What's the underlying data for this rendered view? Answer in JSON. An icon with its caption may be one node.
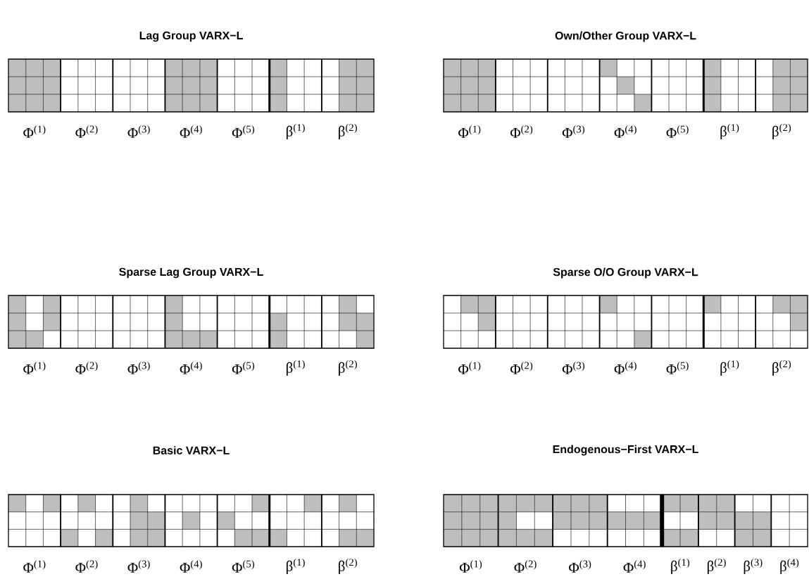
{
  "diagram": {
    "labels": [
      "Lag Group VARX−L",
      "Own/Other Group VARX−L",
      "Φ$^{(1)}$",
      "Φ$^{(2)}$",
      "Φ$^{(3)}$",
      "Φ$^{(4)}$",
      "Φ$^{(5)}$",
      "β$^{(1)}$",
      "β$^{(2)}$",
      "Φ$^{(1)}$",
      "Φ$^{(2)}$",
      "Φ$^{(3)}$",
      "Φ$^{(4)}$",
      "Φ$^{(5)}$",
      "β$^{(1)}$",
      "β$^{(2)}$",
      "Sparse Lag Group VARX−L",
      "Sparse O/O Group VARX−L",
      "Φ$^{(1)}$",
      "Φ$^{(2)}$",
      "Φ$^{(3)}$",
      "Φ$^{(4)}$",
      "Φ$^{(5)}$",
      "β$^{(1)}$",
      "β$^{(2)}$",
      "Φ$^{(1)}$",
      "Φ$^{(2)}$",
      "Φ$^{(3)}$",
      "Φ$^{(4)}$",
      "Φ$^{(5)}$",
      "β$^{(1)}$",
      "β$^{(2)}$",
      "Basic VARX−L",
      "Endogenous−First VARX−L",
      "Φ$^{(1)}$",
      "Φ$^{(2)}$",
      "Φ$^{(3)}$",
      "Φ$^{(4)}$",
      "Φ$^{(5)}$",
      "β$^{(1)}$",
      "β$^{(2)}$",
      "Φ$^{(1)}$",
      "Φ$^{(2)}$",
      "Φ$^{(3)}$",
      "Φ$^{(4)}$",
      "β$^{(1)}$",
      "β$^{(2)}$",
      "β$^{(3)}$",
      "β$^{(4)}$"
    ]
  }
}
